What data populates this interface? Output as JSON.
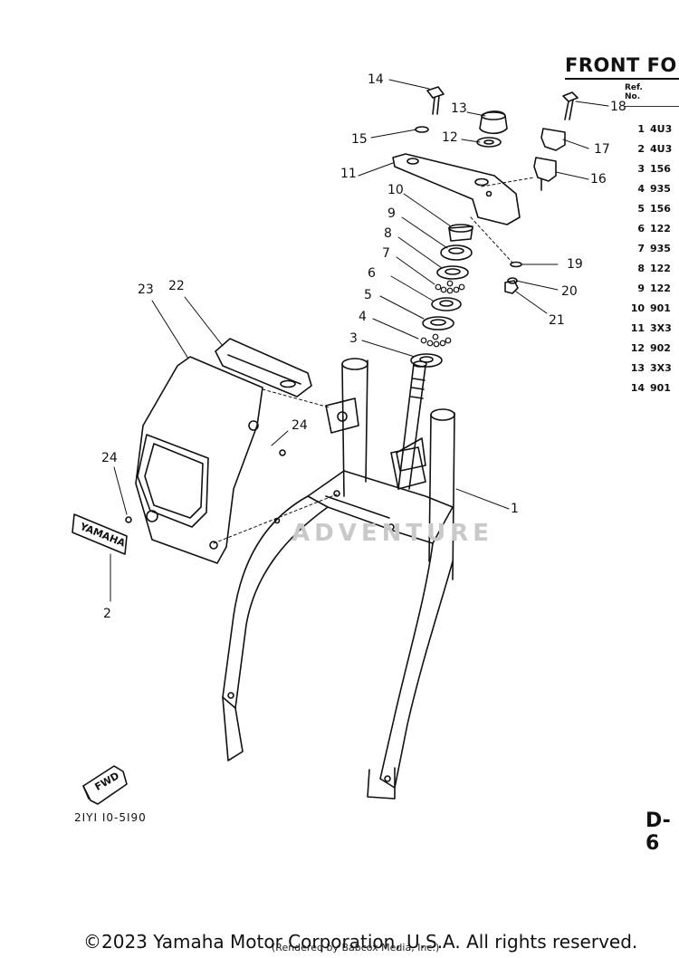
{
  "title": "FRONT FO",
  "table": {
    "header_line1": "Ref.",
    "header_line2": "No.",
    "rows": [
      {
        "ref": "1",
        "part": "4U3"
      },
      {
        "ref": "2",
        "part": "4U3"
      },
      {
        "ref": "3",
        "part": "156"
      },
      {
        "ref": "4",
        "part": "935"
      },
      {
        "ref": "5",
        "part": "156"
      },
      {
        "ref": "6",
        "part": "122"
      },
      {
        "ref": "7",
        "part": "935"
      },
      {
        "ref": "8",
        "part": "122"
      },
      {
        "ref": "9",
        "part": "122"
      },
      {
        "ref": "10",
        "part": "901"
      },
      {
        "ref": "11",
        "part": "3X3"
      },
      {
        "ref": "12",
        "part": "902"
      },
      {
        "ref": "13",
        "part": "3X3"
      },
      {
        "ref": "14",
        "part": "901"
      }
    ]
  },
  "callouts": [
    "14",
    "13",
    "12",
    "15",
    "11",
    "18",
    "17",
    "16",
    "10",
    "9",
    "8",
    "7",
    "6",
    "5",
    "4",
    "3",
    "19",
    "20",
    "21",
    "23",
    "22",
    "24",
    "24",
    "1",
    "2"
  ],
  "emblem_text": "YAMAHA",
  "fwd_label": "FWD",
  "drawing_code": "2IYI I0-5I90",
  "page_code": "D-6",
  "watermark": "ADVENTURE",
  "copyright": "©2023 Yamaha Motor Corporation, U.S.A. All rights reserved.",
  "rendered_by": "(Rendered by Babcox Media, Inc.)"
}
